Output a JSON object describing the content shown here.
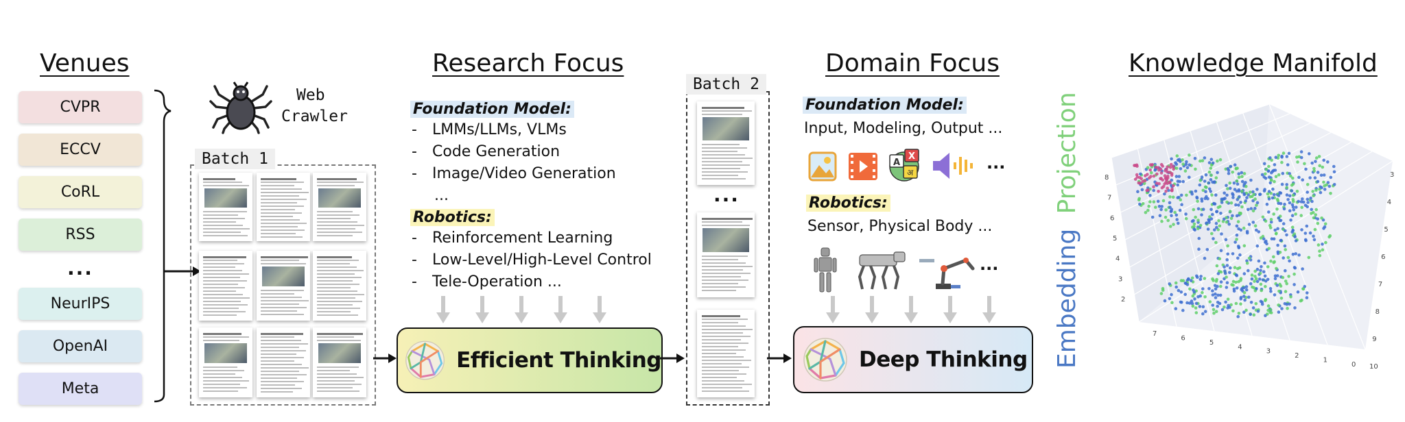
{
  "headings": {
    "venues": "Venues",
    "research_focus": "Research Focus",
    "domain_focus": "Domain Focus",
    "knowledge_manifold": "Knowledge Manifold"
  },
  "venues": [
    {
      "label": "CVPR",
      "color": "#f3dfe0"
    },
    {
      "label": "ECCV",
      "color": "#f1e6d6"
    },
    {
      "label": "CoRL",
      "color": "#f3f2d9"
    },
    {
      "label": "RSS",
      "color": "#dcefd9"
    },
    {
      "label": "...",
      "color": "#ffffff"
    },
    {
      "label": "NeurIPS",
      "color": "#dcf0ef"
    },
    {
      "label": "OpenAI",
      "color": "#dbe9f2"
    },
    {
      "label": "Meta",
      "color": "#dfe0f6"
    }
  ],
  "crawler": {
    "line1": "Web",
    "line2": "Crawler",
    "icon": "spider-icon"
  },
  "batch1": {
    "label": "Batch 1"
  },
  "batch2": {
    "label": "Batch 2",
    "ellipsis": "..."
  },
  "research": {
    "fm_title": "Foundation Model:",
    "fm_items": [
      "LMMs/LLMs, VLMs",
      "Code Generation",
      "Image/Video Generation"
    ],
    "fm_more": "...",
    "rob_title": "Robotics:",
    "rob_items": [
      "Reinforcement Learning",
      "Low-Level/High-Level Control",
      "Tele-Operation ..."
    ],
    "dash": "-"
  },
  "efficient_thinking": {
    "label": "Efficient Thinking",
    "gradient_from": "#f6f0b6",
    "gradient_to": "#c7e6a8"
  },
  "domain": {
    "fm_title": "Foundation Model:",
    "fm_text": "Input, Modeling, Output ...",
    "rob_title": "Robotics:",
    "rob_text": "Sensor, Physical Body ...",
    "ellipsis": "...",
    "fm_icons": [
      "image-icon",
      "video-icon",
      "translate-icon",
      "audio-icon"
    ],
    "rob_icons": [
      "humanoid-robot-icon",
      "quadruped-robot-icon",
      "robot-arm-icon"
    ]
  },
  "deep_thinking": {
    "label": "Deep Thinking",
    "gradient_from": "#fbe3e6",
    "gradient_to": "#d6e9f6"
  },
  "embedding": {
    "word1": "Embedding",
    "word2": "Projection",
    "color1": "#4a78c4",
    "color2": "#7fd07a"
  },
  "manifold": {
    "y_ticks": [
      "8",
      "7",
      "6",
      "5",
      "4",
      "3",
      "2"
    ],
    "x_ticks": [
      "7",
      "6",
      "5",
      "4",
      "3",
      "2",
      "1",
      "0"
    ],
    "z_ticks": [
      "10",
      "9",
      "8",
      "7",
      "6",
      "5",
      "4",
      "3"
    ],
    "point_colors": [
      "#3d6fd0",
      "#5ecf68",
      "#c94a8a"
    ]
  },
  "colors": {
    "fm_highlight": "#dbe9f6",
    "rob_highlight": "#fbf4b8",
    "arrow_gray": "#c9c9c9"
  }
}
